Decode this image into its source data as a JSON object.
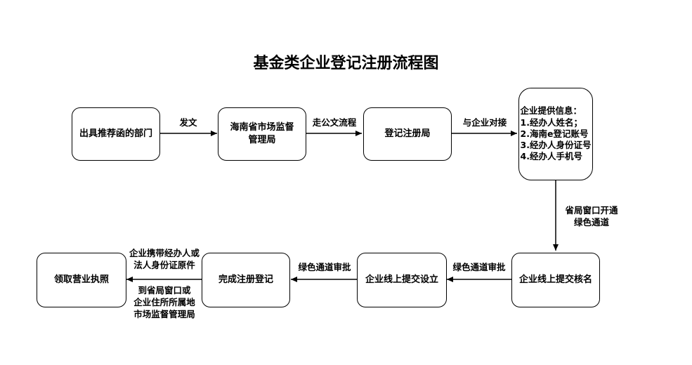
{
  "title": "基金类企业登记注册流程图",
  "nodes": {
    "recommend_dept": "出具推荐函的部门",
    "hainan_amr_line1": "海南省市场监督",
    "hainan_amr_line2": "管理局",
    "registration_bureau": "登记注册局",
    "provide_info": {
      "heading": "企业提供信息：",
      "items": [
        "1.经办人姓名；",
        "2.海南e登记账号",
        "3.经办人身份证号",
        "4.经办人手机号"
      ]
    },
    "online_name_check": "企业线上提交核名",
    "online_setup": "企业线上提交设立",
    "complete_registration": "完成注册登记",
    "get_license": "领取营业执照"
  },
  "edges": {
    "send_doc": "发文",
    "official_doc_flow": "走公文流程",
    "connect_enterprise": "与企业对接",
    "green_channel_open": [
      "省局窗口开通",
      "绿色通道"
    ],
    "green_review_1": "绿色通道审批",
    "green_review_2": "绿色通道审批",
    "final_note_top": [
      "企业携带经办人或",
      "法人身份证原件"
    ],
    "final_note_bottom": [
      "到省局窗口或",
      "企业住所所属地",
      "市场监督管理局"
    ]
  }
}
